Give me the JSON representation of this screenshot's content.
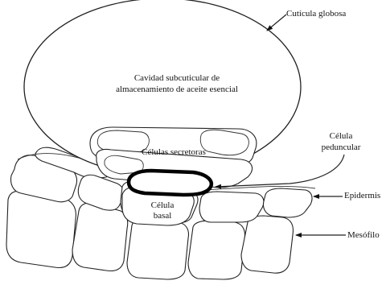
{
  "labels": {
    "cuticle": "Cutícula globosa",
    "cavity_line1": "Cavidad subcuticular de",
    "cavity_line2": "almacenamiento de aceite esencial",
    "secretory": "Células secretoras",
    "stalk_line1": "Célula",
    "stalk_line2": "peduncular",
    "basal_line1": "Célula",
    "basal_line2": "basal",
    "epidermis": "Epidermis",
    "mesophyll": "Mesófilo"
  }
}
